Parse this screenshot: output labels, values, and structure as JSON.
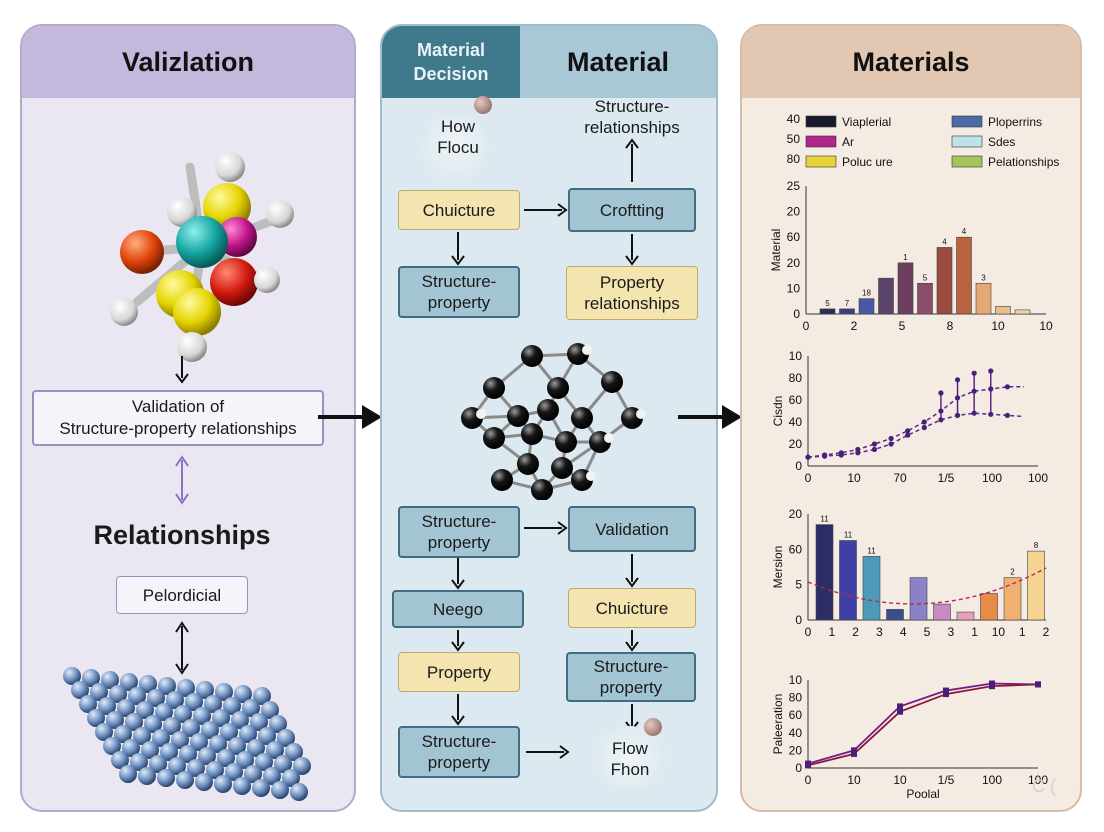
{
  "left": {
    "title": "Valizlation",
    "validation_box": "Validation of\nStructure-property relationships",
    "relationships": "Relationships",
    "pelordicial": "Pelordicial"
  },
  "middle": {
    "tab_label": "Material Decision",
    "title": "Material",
    "how_focu": "How\nFlocu",
    "structure_relationships": "Structure-\nrelationships",
    "chuicture_1": "Chuicture",
    "crofting": "Croftting",
    "structure_property_1": "Structure-\nproperty",
    "property_relationships": "Property\nrelationships",
    "structure_property_2": "Structure-\nproperty",
    "validation": "Validation",
    "neego": "Neego",
    "chuicture_2": "Chuicture",
    "property": "Property",
    "structure_property_3": "Structure-\nproperty",
    "structure_property_4": "Structure-\nproperty",
    "flow_fhon": "Flow\nFhon"
  },
  "right": {
    "title": "Materials",
    "watermark": "C ("
  },
  "chart_data": [
    {
      "type": "bar",
      "legend_left_ticks": [
        "40",
        "50",
        "80"
      ],
      "legend": [
        {
          "name": "Viaplerial",
          "color": "#1a1a2e"
        },
        {
          "name": "Ploperrins",
          "color": "#4a6ba8"
        },
        {
          "name": "Ar",
          "color": "#b0268a"
        },
        {
          "name": "Sdes",
          "color": "#bde3ea"
        },
        {
          "name": "Poluc ure",
          "color": "#e8d23a"
        },
        {
          "name": "Pelationships",
          "color": "#a7c45a"
        }
      ],
      "ylabel": "Material",
      "yticks": [
        "25",
        "20",
        "60",
        "20",
        "10",
        "0"
      ],
      "xticks": [
        "0",
        "2",
        "5",
        "8",
        "10",
        "10"
      ],
      "ylim": [
        0,
        25
      ],
      "values": [
        1,
        1,
        3,
        7,
        10,
        6,
        13,
        15,
        6,
        1.5,
        0.8
      ],
      "bar_labels": [
        "5",
        "7",
        "18",
        "",
        "1",
        "5",
        "4",
        "4",
        "3",
        "",
        ""
      ],
      "colors": [
        "#2b2b5e",
        "#3b3f8a",
        "#4b58a8",
        "#5b4468",
        "#6d3d5e",
        "#8a4d6a",
        "#9a4a3e",
        "#b8643e",
        "#e4a874",
        "#e8c090",
        "#efd2a8"
      ]
    },
    {
      "type": "line",
      "ylabel": "Cisdn",
      "yticks": [
        "10",
        "80",
        "60",
        "40",
        "20",
        "0"
      ],
      "xticks": [
        "0",
        "10",
        "70",
        "1/5",
        "100",
        "100"
      ],
      "ylim": [
        0,
        100
      ],
      "series": [
        {
          "values": [
            [
              0,
              8
            ],
            [
              5,
              10
            ],
            [
              10,
              12
            ],
            [
              15,
              15
            ],
            [
              20,
              20
            ],
            [
              25,
              25
            ],
            [
              30,
              32
            ],
            [
              35,
              40
            ],
            [
              40,
              50
            ],
            [
              45,
              62
            ],
            [
              50,
              68
            ],
            [
              55,
              70
            ],
            [
              60,
              72
            ],
            [
              65,
              72
            ]
          ]
        },
        {
          "values": [
            [
              0,
              8
            ],
            [
              5,
              9
            ],
            [
              10,
              10
            ],
            [
              15,
              12
            ],
            [
              20,
              15
            ],
            [
              25,
              20
            ],
            [
              30,
              28
            ],
            [
              35,
              35
            ],
            [
              40,
              42
            ],
            [
              45,
              46
            ],
            [
              50,
              48
            ],
            [
              55,
              47
            ],
            [
              60,
              46
            ],
            [
              65,
              45
            ]
          ]
        }
      ]
    },
    {
      "type": "bar",
      "ylabel": "Mersion",
      "yticks": [
        "20",
        "60",
        "5",
        "0"
      ],
      "xticks": [
        "0",
        "1",
        "2",
        "3",
        "4",
        "5",
        "3",
        "1",
        "10",
        "1",
        "2"
      ],
      "ylim": [
        0,
        20
      ],
      "values": [
        18,
        15,
        12,
        2,
        8,
        3,
        1.5,
        5,
        8,
        13
      ],
      "bar_labels": [
        "11",
        "11",
        "11",
        "",
        "",
        "",
        "",
        "",
        "2",
        "8"
      ],
      "colors": [
        "#2b2d66",
        "#3f3fa8",
        "#4a9ab8",
        "#3a4f8a",
        "#8a82c8",
        "#c88ac0",
        "#e8a0b8",
        "#e88a48",
        "#f0b070",
        "#f4d490"
      ]
    },
    {
      "type": "line",
      "ylabel": "Paleeration",
      "xlabel": "Poolal",
      "yticks": [
        "10",
        "80",
        "60",
        "40",
        "20",
        "0"
      ],
      "xticks": [
        "0",
        "10",
        "10",
        "1/5",
        "100",
        "100"
      ],
      "ylim": [
        0,
        100
      ],
      "series": [
        {
          "values": [
            [
              0,
              5
            ],
            [
              1,
              20
            ],
            [
              2,
              70
            ],
            [
              3,
              88
            ],
            [
              4,
              96
            ],
            [
              5,
              95
            ]
          ]
        },
        {
          "values": [
            [
              0,
              3
            ],
            [
              1,
              16
            ],
            [
              2,
              64
            ],
            [
              3,
              84
            ],
            [
              4,
              93
            ],
            [
              5,
              95
            ]
          ]
        }
      ]
    }
  ]
}
